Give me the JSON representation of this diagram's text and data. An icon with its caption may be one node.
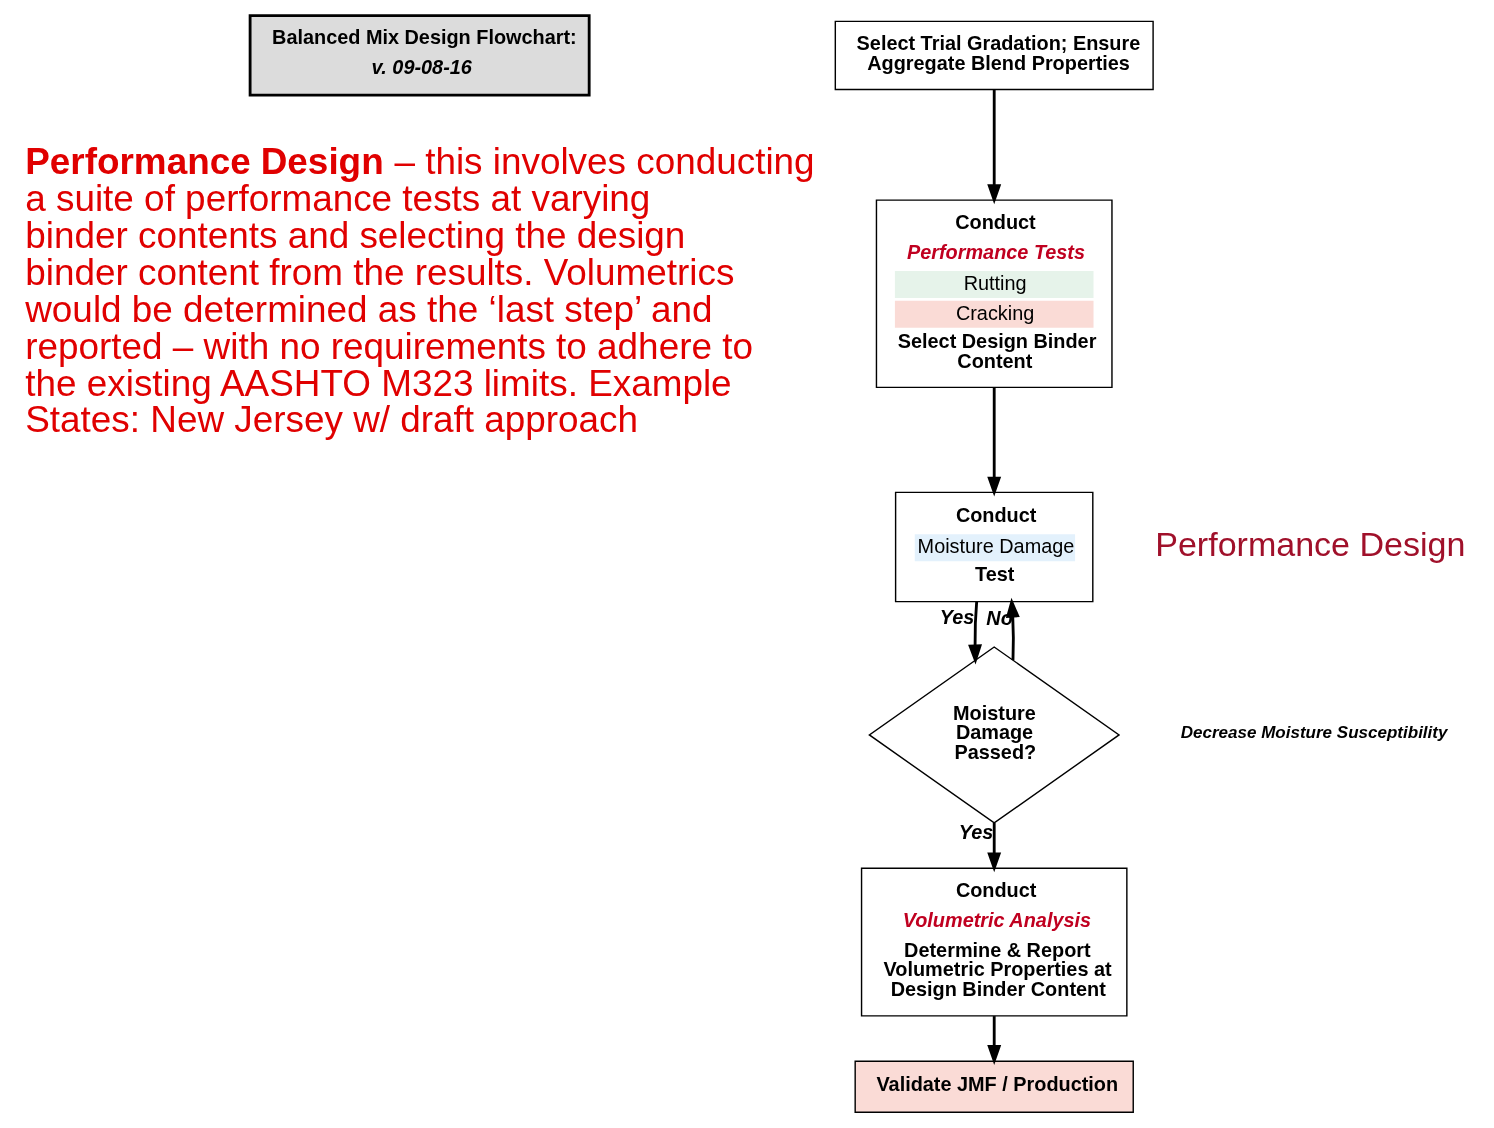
{
  "diagram": {
    "nodes": [
      {
        "text": [
          "Balanced Mix Design Flowchart:",
          "v. 09-08-16"
        ]
      },
      {
        "text": [
          "Select Trial Gradation; Ensure Aggregate Blend Properties"
        ]
      },
      {
        "text": [
          "Conduct",
          "Performance Tests",
          "Rutting",
          "Cracking",
          "Select Design Binder Content"
        ]
      },
      {
        "text": [
          "Conduct",
          "Moisture Damage",
          "Test"
        ]
      },
      {
        "text": [
          "Moisture Damage Passed?"
        ]
      },
      {
        "text": [
          "Conduct",
          "Volumetric Analysis",
          "Determine & Report Volumetric Properties at Design Binder Content"
        ]
      },
      {
        "text": [
          "Validate JMF / Production"
        ]
      }
    ],
    "edges": [
      {
        "from": 1,
        "to": 2,
        "arrow": "to"
      },
      {
        "from": 2,
        "to": 3,
        "arrow": "to"
      },
      {
        "from": 3,
        "to": 4,
        "arrow": "to",
        "label": "Yes"
      },
      {
        "from": 4,
        "to": 3,
        "arrow": "to",
        "label": "No"
      },
      {
        "from": 4,
        "to": 5,
        "arrow": "to",
        "label": "Yes"
      },
      {
        "from": 5,
        "to": 6,
        "arrow": "to"
      }
    ],
    "labels": [
      "**Performance Design** – this involves conducting a suite of performance tests at varying binder contents and selecting the design binder content from the results. Volumetrics would be determined as the ‘last step’ and reported – with no requirements to adhere to the existing AASHTO M323 limits. Example States: New Jersey w/ draft approach",
      "Performance Design",
      "Decrease Moisture Susceptibility"
    ]
  }
}
